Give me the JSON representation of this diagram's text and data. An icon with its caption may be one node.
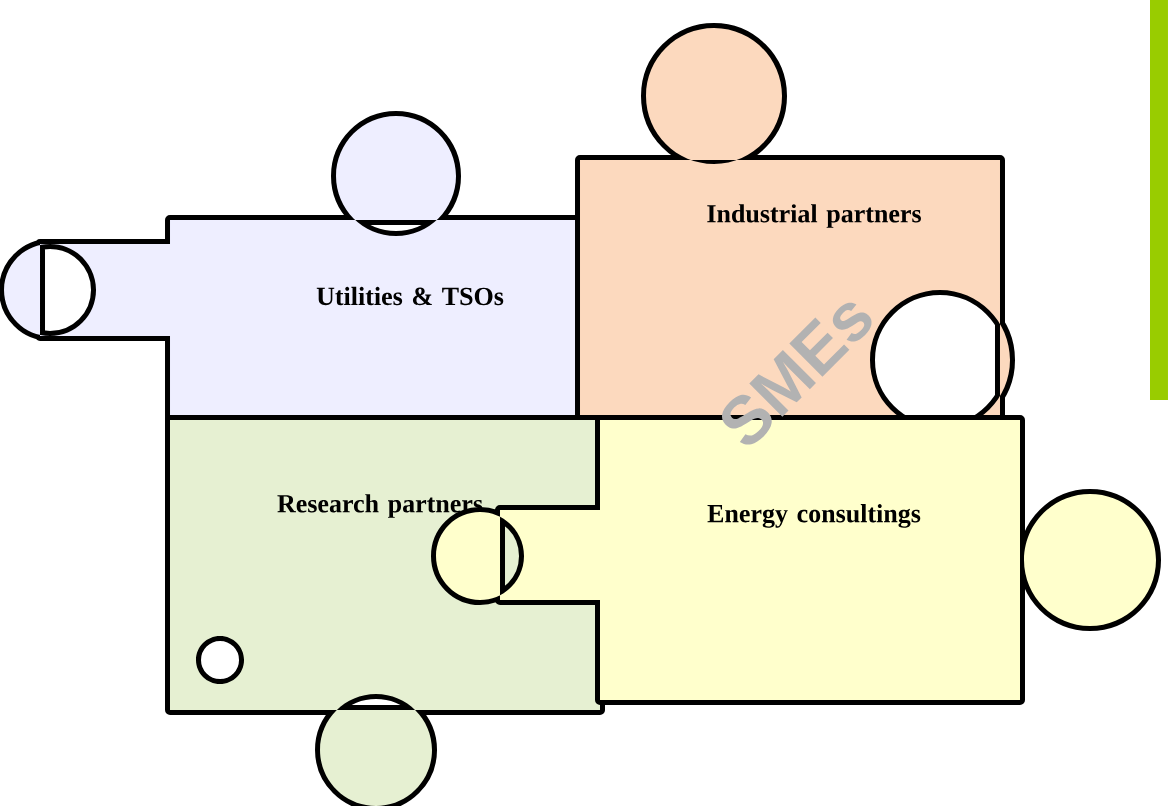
{
  "diagram": {
    "nodes": [
      {
        "text": [
          "Utilities & TSOs"
        ]
      },
      {
        "text": [
          "Industrial partners"
        ]
      },
      {
        "text": [
          "Research partners"
        ]
      },
      {
        "text": [
          "Energy consultings"
        ]
      }
    ],
    "labels": [
      "SMEs"
    ]
  }
}
